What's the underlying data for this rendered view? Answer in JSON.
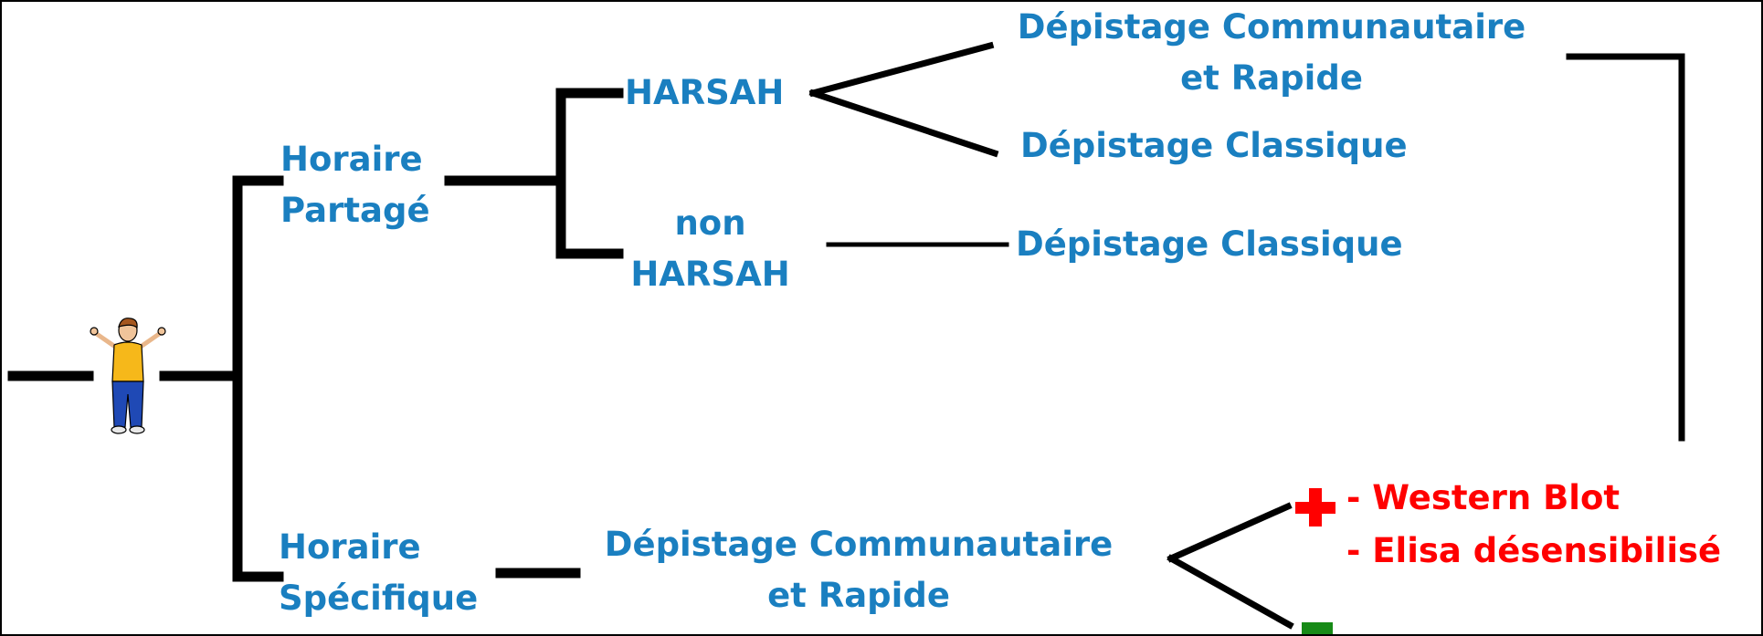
{
  "colors": {
    "label_blue": "#1a7fc0",
    "result_red": "#ff0000",
    "negative_green": "#178a17",
    "line": "#000000"
  },
  "labels": {
    "horaire_partage_1": "Horaire",
    "horaire_partage_2": "Partagé",
    "horaire_specifique_1": "Horaire",
    "horaire_specifique_2": "Spécifique",
    "harsah": "HARSAH",
    "non_harsah_1": "non",
    "non_harsah_2": "HARSAH",
    "depistage_comm_top_1": "Dépistage Communautaire",
    "depistage_comm_top_2": "et Rapide",
    "depistage_classique_1": "Dépistage Classique",
    "depistage_classique_2": "Dépistage Classique",
    "depistage_comm_bottom_1": "Dépistage Communautaire",
    "depistage_comm_bottom_2": "et Rapide",
    "western_blot": "- Western Blot",
    "elisa": "- Elisa désensibilisé"
  },
  "icons": {
    "person": "person-icon",
    "positive": "plus-icon",
    "negative": "minus-icon"
  }
}
